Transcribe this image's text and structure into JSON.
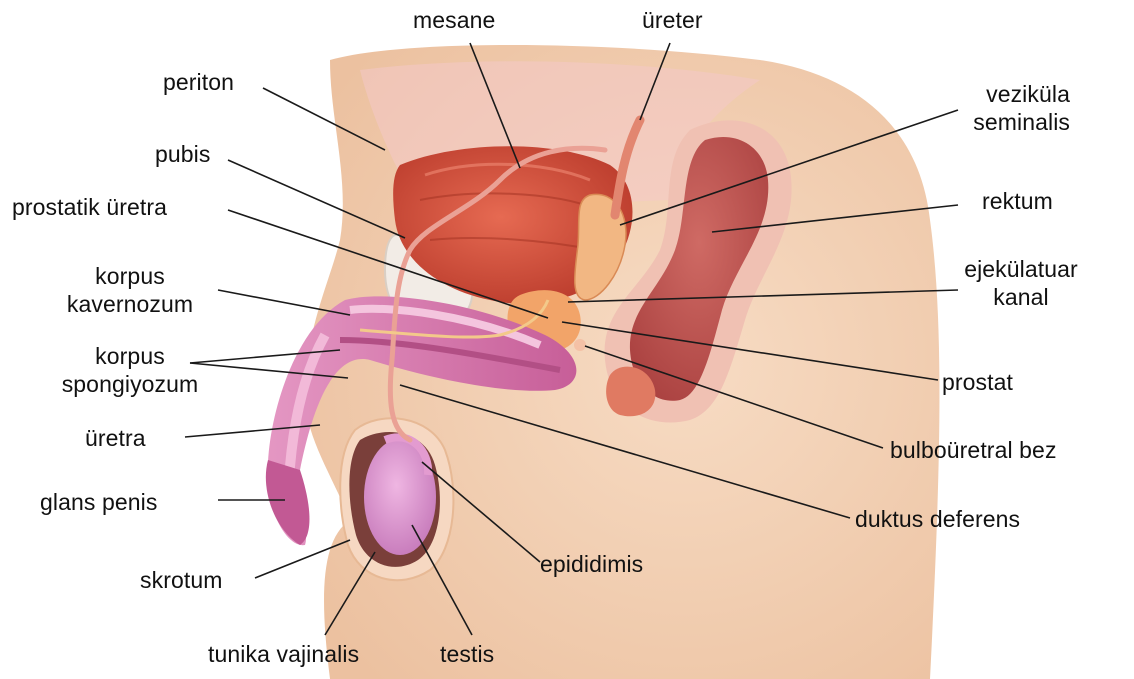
{
  "labels": {
    "mesane": "mesane",
    "ureter": "üreter",
    "periton": "periton",
    "vezikula_1": "veziküla",
    "vezikula_2": "seminalis",
    "pubis": "pubis",
    "prostatik_uretra": "prostatik üretra",
    "rektum": "rektum",
    "ejekulatuar_1": "ejekülatuar",
    "ejekulatuar_2": "kanal",
    "korpus_kav_1": "korpus",
    "korpus_kav_2": "kavernozum",
    "korpus_spong_1": "korpus",
    "korpus_spong_2": "spongiyozum",
    "prostat": "prostat",
    "uretra": "üretra",
    "bulbouretral": "bulboüretral bez",
    "glans_penis": "glans penis",
    "duktus_deferens": "duktus deferens",
    "skrotum": "skrotum",
    "epididimis": "epididimis",
    "tunika_vajinalis": "tunika vajinalis",
    "testis": "testis"
  },
  "colors": {
    "skin": "#f3d3b7",
    "skin_shadow": "#e7b995",
    "bladder": "#d8563f",
    "bladder_dark": "#b23a2a",
    "rectum": "#c05a56",
    "rectum_light": "#f1bcae",
    "erectile_pink": "#cf6fa6",
    "erectile_light": "#f0b3d2",
    "testis": "#d98ccb",
    "duct": "#e89a88",
    "prostate": "#f0a069",
    "leader_line": "#1a1a1a"
  }
}
